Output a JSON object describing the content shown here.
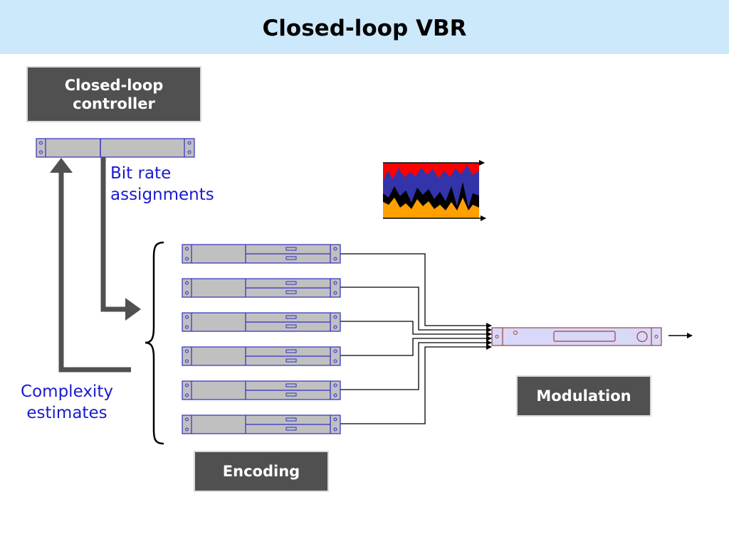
{
  "slide": {
    "title": "Closed-loop VBR"
  },
  "boxes": {
    "controller": {
      "line1": "Closed-loop",
      "line2": "controller"
    },
    "encoding": "Encoding",
    "modulation": "Modulation"
  },
  "labels": {
    "bit_rate_line1": "Bit rate",
    "bit_rate_line2": "assignments",
    "complexity_line1": "Complexity",
    "complexity_line2": "estimates"
  },
  "colors": {
    "title_bar": "#cce9fb",
    "box_fill": "#505050",
    "rack_fill": "#c0c0c0",
    "rack_border_blue": "#3030c0",
    "modulator_fill": "#d8d8f8",
    "modulator_border": "#a04040",
    "arrow_gray": "#505050",
    "stream_red": "#ff0000",
    "stream_blue": "#3333aa",
    "stream_black": "#000000",
    "stream_orange": "#ffa000"
  }
}
